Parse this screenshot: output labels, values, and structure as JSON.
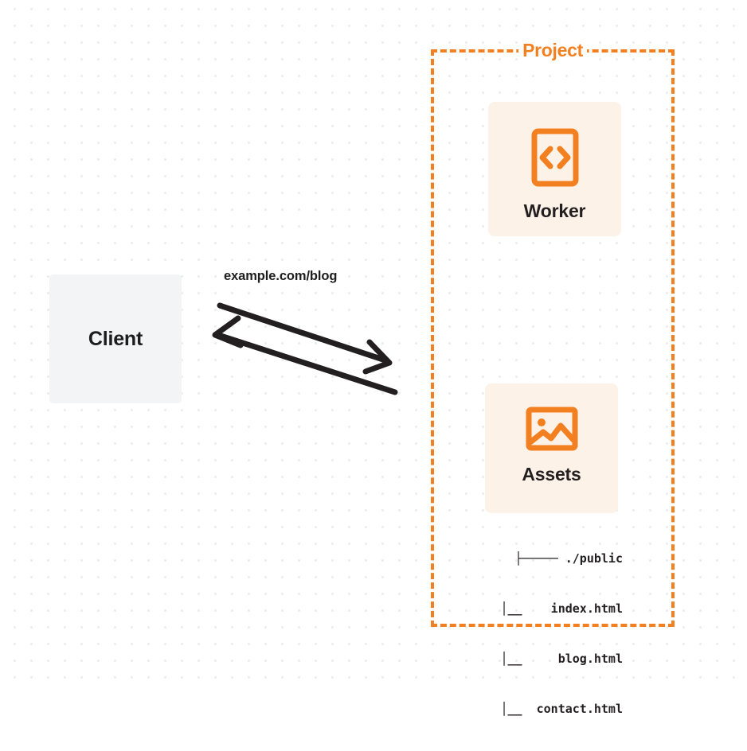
{
  "diagram": {
    "title": "Cloudflare Worker with static assets request flow",
    "colors": {
      "accent_orange": "#f38020",
      "card_background": "#fdf2e7",
      "client_background": "#f3f4f6",
      "text_dark": "#231f20",
      "canvas_background": "#ffffff",
      "grid_dot": "#eceded"
    }
  },
  "client": {
    "label": "Client",
    "icon": "client-box-icon"
  },
  "edge": {
    "label": "example.com/blog",
    "request_arrow": "arrow-right-icon",
    "response_arrow": "arrow-left-icon"
  },
  "project": {
    "label": "Project",
    "nodes": [
      {
        "id": "worker",
        "label": "Worker",
        "icon": "code-brackets-icon"
      },
      {
        "id": "assets",
        "label": "Assets",
        "icon": "image-icon"
      }
    ]
  },
  "file_tree": {
    "rows": [
      {
        "prefix": "├─────",
        "name": "./public"
      },
      {
        "prefix": "│__",
        "name": "index.html"
      },
      {
        "prefix": "│__",
        "name": "blog.html"
      },
      {
        "prefix": "│__",
        "name": "contact.html"
      }
    ],
    "lines": [
      "├───── ./public",
      "   │__    index.html",
      "   │__     blog.html",
      "   │__  contact.html"
    ]
  }
}
